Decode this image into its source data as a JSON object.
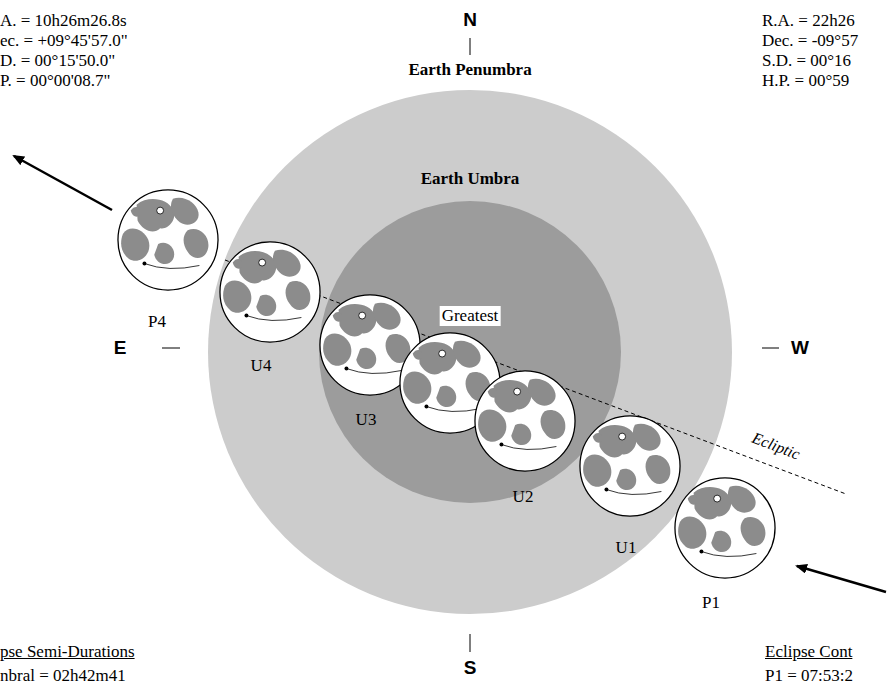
{
  "diagram": {
    "nodes": [
      {
        "text": [
          "Earth Penumbra"
        ]
      },
      {
        "text": [
          "Earth Umbra"
        ],
        "in": 0
      },
      {
        "text": [
          "P4"
        ]
      },
      {
        "text": [
          "U4"
        ]
      },
      {
        "text": [
          "U3"
        ]
      },
      {
        "text": [
          "Greatest"
        ]
      },
      {
        "text": [
          "U2"
        ]
      },
      {
        "text": [
          "U1"
        ]
      },
      {
        "text": [
          "P1"
        ]
      }
    ],
    "labels": [
      "A. = 10h26m26.8s",
      "ec. = +09°45'57.0\"",
      "D. = 00°15'50.0\"",
      "P. = 00°00'08.7\"",
      "R.A. = 22h26",
      "Dec. = -09°57",
      "S.D. = 00°16",
      "H.P. = 00°59",
      "N",
      "E",
      "W",
      "S",
      "Ecliptic",
      "pse Semi-Durations",
      "nbral = 02h42m41",
      "Eclipse Cont",
      "P1 = 07:53:2"
    ]
  }
}
